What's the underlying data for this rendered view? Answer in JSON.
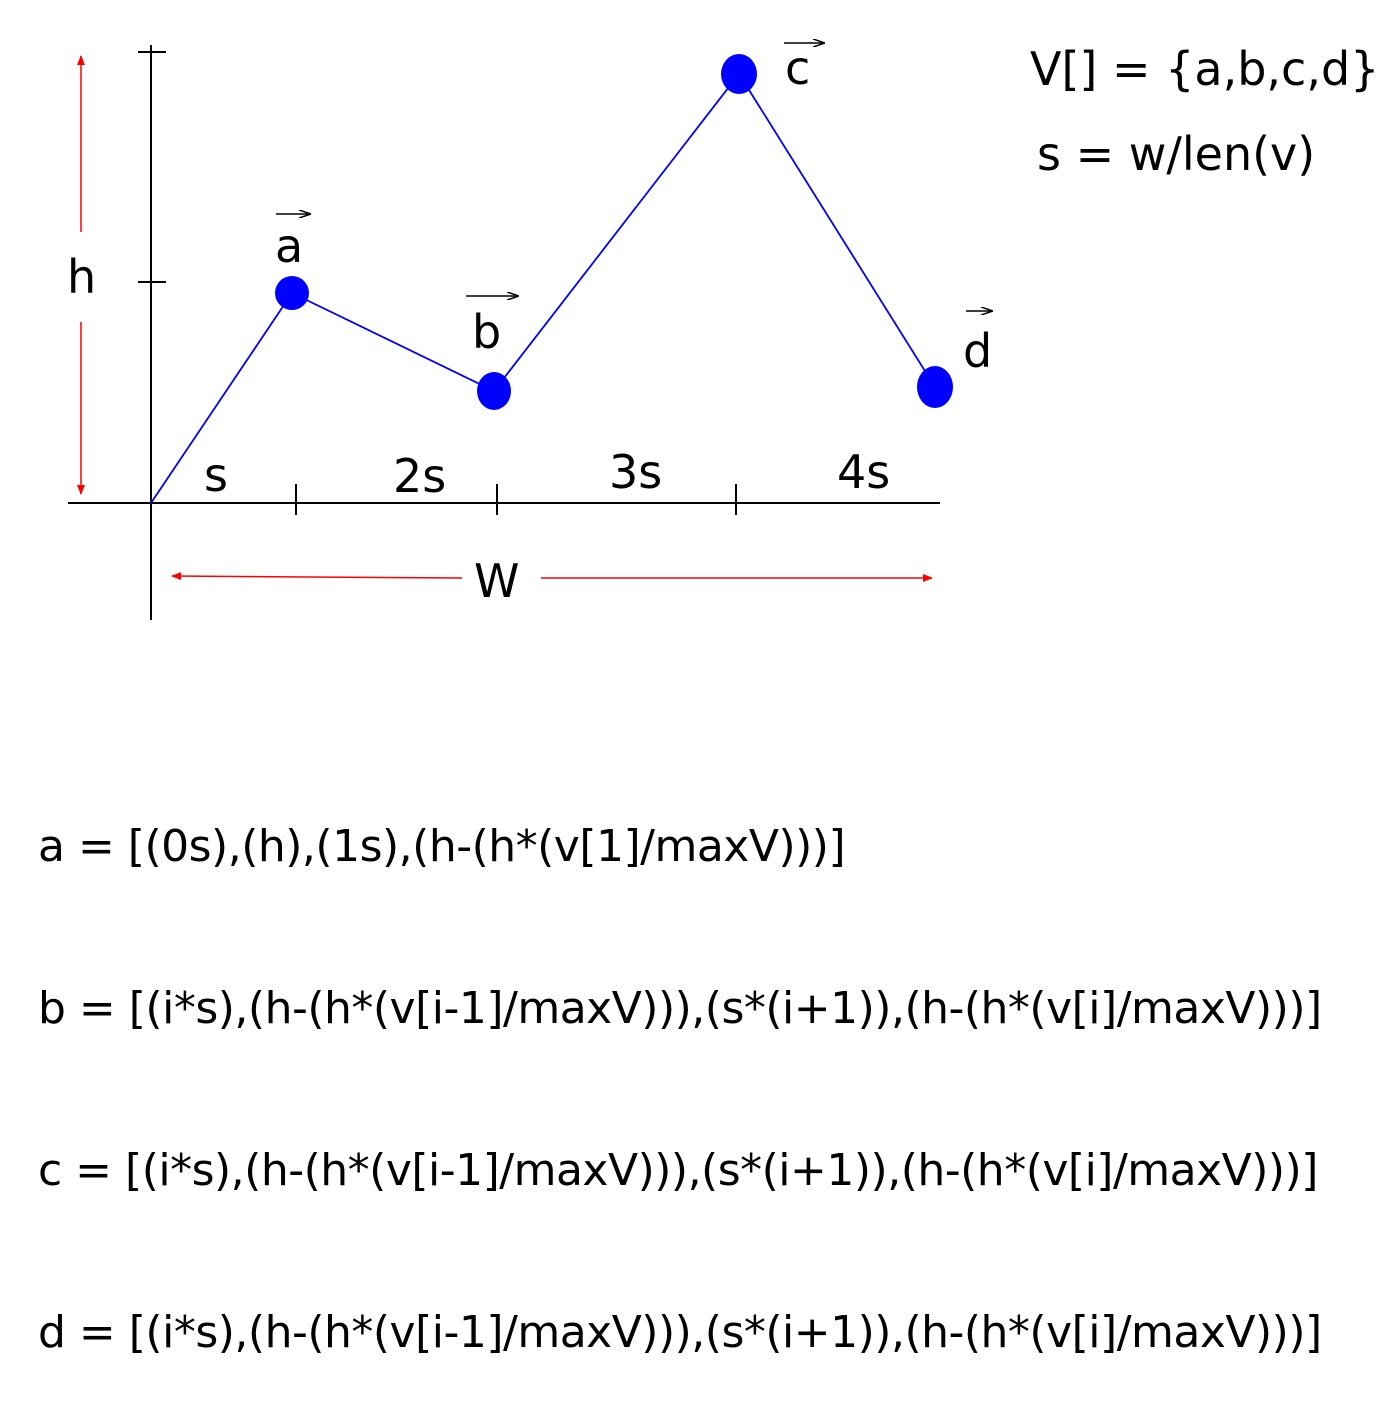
{
  "colors": {
    "line": "#0000ff",
    "point": "#0000ff",
    "dimension": "#ff0000",
    "axis": "#000000"
  },
  "labels": {
    "h": "h",
    "w": "W",
    "a": "a",
    "b": "b",
    "c": "c",
    "d": "d",
    "s1": "s",
    "s2": "2s",
    "s3": "3s",
    "s4": "4s"
  },
  "definitions": {
    "vector": "V[] = {a,b,c,d}",
    "step": "s = w/len(v)"
  },
  "formulas": [
    "a = [(0s),(h),(1s),(h-(h*(v[1]/maxV)))]",
    "b = [(i*s),(h-(h*(v[i-1]/maxV))),(s*(i+1)),(h-(h*(v[i]/maxV)))]",
    "c = [(i*s),(h-(h*(v[i-1]/maxV))),(s*(i+1)),(h-(h*(v[i]/maxV)))]",
    "d = [(i*s),(h-(h*(v[i-1]/maxV))),(s*(i+1)),(h-(h*(v[i]/maxV)))]"
  ]
}
